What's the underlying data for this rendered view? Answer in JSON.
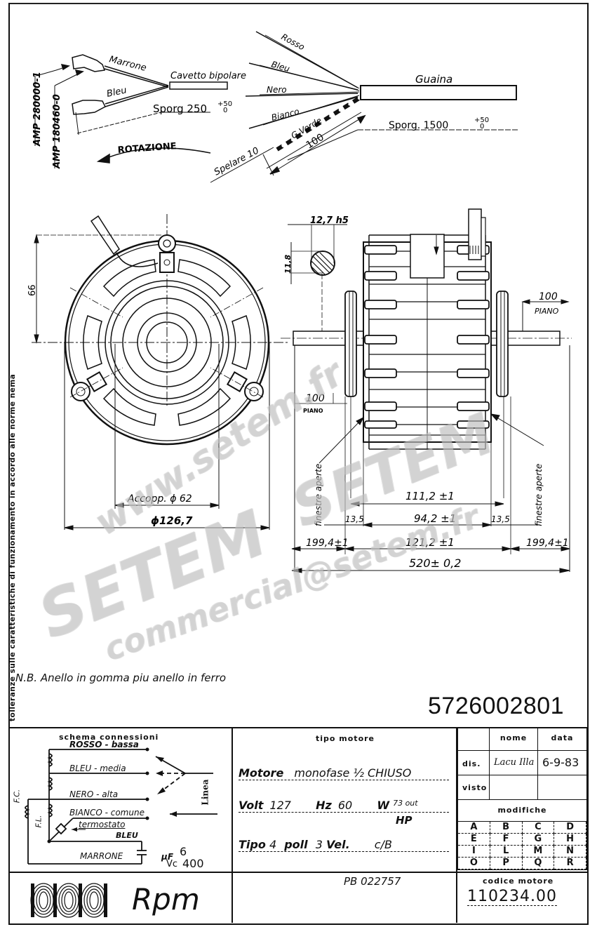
{
  "side_note": "tolleranze sulle caratteristiche di funzionamento in accordo alle norme nema",
  "cable_bipolar": {
    "connector_labels": [
      "AMP 280000-1",
      "AMP 180460-0"
    ],
    "wires": [
      "Marrone",
      "Bleu"
    ],
    "cable_label": "Cavetto bipolare",
    "protrusion_label": "Sporg 250",
    "protrusion_tol_upper": "+50",
    "protrusion_tol_lower": "0"
  },
  "rotation_label": "ROTAZIONE",
  "cable_main": {
    "wires": [
      "Rosso",
      "Bleu",
      "Nero",
      "Bianco",
      "G.Verde"
    ],
    "sheath_label": "Guaina",
    "protrusion_label": "Sporg. 1500",
    "protrusion_tol_upper": "+50",
    "protrusion_tol_lower": "0",
    "strip_label": "Spelare 10",
    "strip_length": "100"
  },
  "front_view": {
    "height_dim": "66",
    "fit_dim": "Accopp. ϕ 62",
    "diameter_dim": "ϕ126,7"
  },
  "side_view": {
    "shaft_dim": "12,7 h5",
    "flat_dim": "11,8",
    "flat_length_right": "100",
    "flat_length_left": "100",
    "flat_label": "PIANO",
    "window_label": "finestre aperte",
    "dims": {
      "inner": "111,2 ±1",
      "body": "94,2 ±1",
      "ring_left": "13,5",
      "ring_right": "13,5",
      "overall_body": "121,2 ±1",
      "shaft_left": "199,4±1",
      "shaft_right": "199,4±1",
      "total": "520± 0,2"
    }
  },
  "note": "N.B. Anello in gomma piu anello in ferro",
  "drawing_number": "5726002801",
  "title_block": {
    "schema": {
      "title": "schema connessioni",
      "lines": [
        "ROSSO - bassa",
        "BLEU - media",
        "NERO - alta",
        "BIANCO - comune",
        "termostato",
        "BLEU",
        "MARRONE"
      ],
      "winding_labels": [
        "F.C.",
        "F.L."
      ],
      "linea_label": "Linea",
      "capacitor_uf_label": "μF",
      "capacitor_uf": "6",
      "capacitor_vc_label": "Vc",
      "capacitor_vc": "400"
    },
    "motor_type": {
      "title": "tipo motore",
      "motore_label": "Motore",
      "motore_value": "monofase ½ CHIUSO",
      "volt_label": "Volt",
      "volt_value": "127",
      "hz_label": "Hz",
      "hz_value": "60",
      "w_label": "W",
      "w_value": "73 out",
      "hp_label": "HP",
      "tipo_label": "Tipo",
      "poles_value": "4",
      "poll_label": "poll",
      "speeds_value": "3",
      "vel_label": "Vel.",
      "extra_value": "c/B"
    },
    "approval": {
      "col_name": "nome",
      "col_date": "data",
      "row_dis": "dis.",
      "dis_name": "Lacu Illa",
      "dis_date": "6-9-83",
      "row_visto": "visto",
      "modifications_title": "modifiche",
      "modification_letters": [
        [
          "A",
          "B",
          "C",
          "D"
        ],
        [
          "E",
          "F",
          "G",
          "H"
        ],
        [
          "I",
          "L",
          "M",
          "N"
        ],
        [
          "O",
          "P",
          "Q",
          "R"
        ]
      ]
    },
    "logo_text": "Rpm",
    "reference": "PB 022757",
    "motor_code_title": "codice motore",
    "motor_code": "110234.00"
  },
  "watermarks": [
    "www.setem.fr",
    "SETEM",
    "SETEM",
    "commercial@setem.fr"
  ]
}
